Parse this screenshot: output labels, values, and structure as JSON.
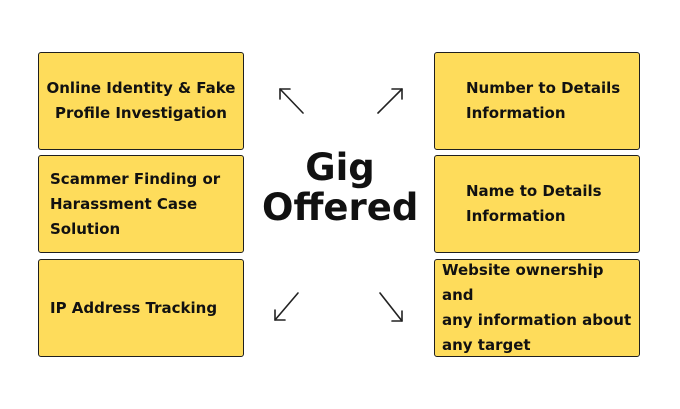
{
  "center": {
    "title_line1": "Gig",
    "title_line2": "Offered"
  },
  "left_cards": [
    {
      "lines": [
        "Online Identity & Fake",
        "Profile Investigation"
      ]
    },
    {
      "lines": [
        "Scammer Finding or",
        "Harassment Case",
        "Solution"
      ]
    },
    {
      "lines": [
        "IP Address Tracking"
      ]
    }
  ],
  "right_cards": [
    {
      "lines": [
        "Number to Details",
        "Information"
      ]
    },
    {
      "lines": [
        "Name to Details",
        "Information"
      ]
    },
    {
      "lines": [
        "Website ownership and",
        "any information about",
        "any target"
      ]
    }
  ],
  "arrows": [
    "arrow-up-left-icon",
    "arrow-up-right-icon",
    "arrow-down-left-icon",
    "arrow-down-right-icon"
  ],
  "colors": {
    "card_fill": "#fedc5b",
    "card_border": "#1f1f1f",
    "text": "#111111",
    "background": "#ffffff"
  }
}
